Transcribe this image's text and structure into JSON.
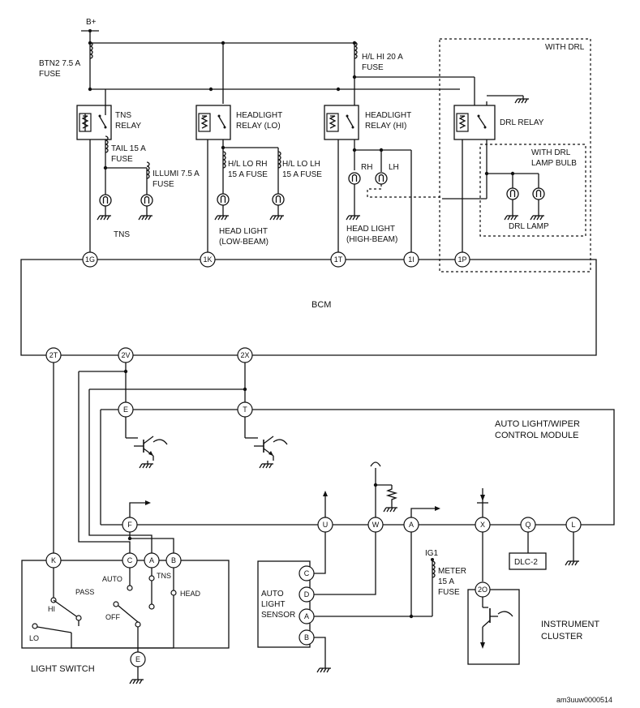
{
  "labels": {
    "bplus": "B+",
    "btn2_fuse": [
      "BTN2 7.5 A",
      "FUSE"
    ],
    "hl_hi_fuse": [
      "H/L HI 20 A",
      "FUSE"
    ],
    "with_drl": "WITH DRL",
    "tns_relay": [
      "TNS",
      "RELAY"
    ],
    "headlight_relay_lo": [
      "HEADLIGHT",
      "RELAY (LO)"
    ],
    "headlight_relay_hi": [
      "HEADLIGHT",
      "RELAY (HI)"
    ],
    "drl_relay": "DRL RELAY",
    "tail_fuse": [
      "TAIL 15 A",
      "FUSE"
    ],
    "illumi_fuse": [
      "ILLUMI 7.5 A",
      "FUSE"
    ],
    "hl_lo_rh_fuse": [
      "H/L LO RH",
      "15 A FUSE"
    ],
    "hl_lo_lh_fuse": [
      "H/L LO LH",
      "15 A FUSE"
    ],
    "with_drl_lamp_bulb": [
      "WITH DRL",
      "LAMP BULB"
    ],
    "rh": "RH",
    "lh": "LH",
    "drl_lamp": "DRL LAMP",
    "tns": "TNS",
    "head_light_low": [
      "HEAD LIGHT",
      "(LOW-BEAM)"
    ],
    "head_light_high": [
      "HEAD LIGHT",
      "(HIGH-BEAM)"
    ],
    "bcm": "BCM",
    "auto_light_module": [
      "AUTO LIGHT/WIPER",
      "CONTROL MODULE"
    ],
    "auto_light_sensor": [
      "AUTO",
      "LIGHT",
      "SENSOR"
    ],
    "ig1": "IG1",
    "meter_fuse": [
      "METER",
      "15 A",
      "FUSE"
    ],
    "dlc2": "DLC-2",
    "instrument_cluster": [
      "INSTRUMENT",
      "CLUSTER"
    ],
    "light_switch": "LIGHT SWITCH",
    "sw_auto": "AUTO",
    "sw_tns": "TNS",
    "sw_head": "HEAD",
    "sw_pass": "PASS",
    "sw_off": "OFF",
    "sw_hi": "HI",
    "sw_lo": "LO",
    "figure_code": "am3uuw0000514"
  },
  "terminals": {
    "bcm_1g": "1G",
    "bcm_1k": "1K",
    "bcm_1t": "1T",
    "bcm_1i": "1I",
    "bcm_1p": "1P",
    "bcm_2t": "2T",
    "bcm_2v": "2V",
    "bcm_2x": "2X",
    "mod_e": "E",
    "mod_t": "T",
    "mod_f": "F",
    "mod_u": "U",
    "mod_w": "W",
    "mod_a": "A",
    "mod_x": "X",
    "mod_q": "Q",
    "mod_l": "L",
    "sw_k": "K",
    "sw_c": "C",
    "sw_a": "A",
    "sw_b": "B",
    "sw_e": "E",
    "sen_c": "C",
    "sen_d": "D",
    "sen_a": "A",
    "sen_b": "B",
    "ic_2o": "2O"
  }
}
